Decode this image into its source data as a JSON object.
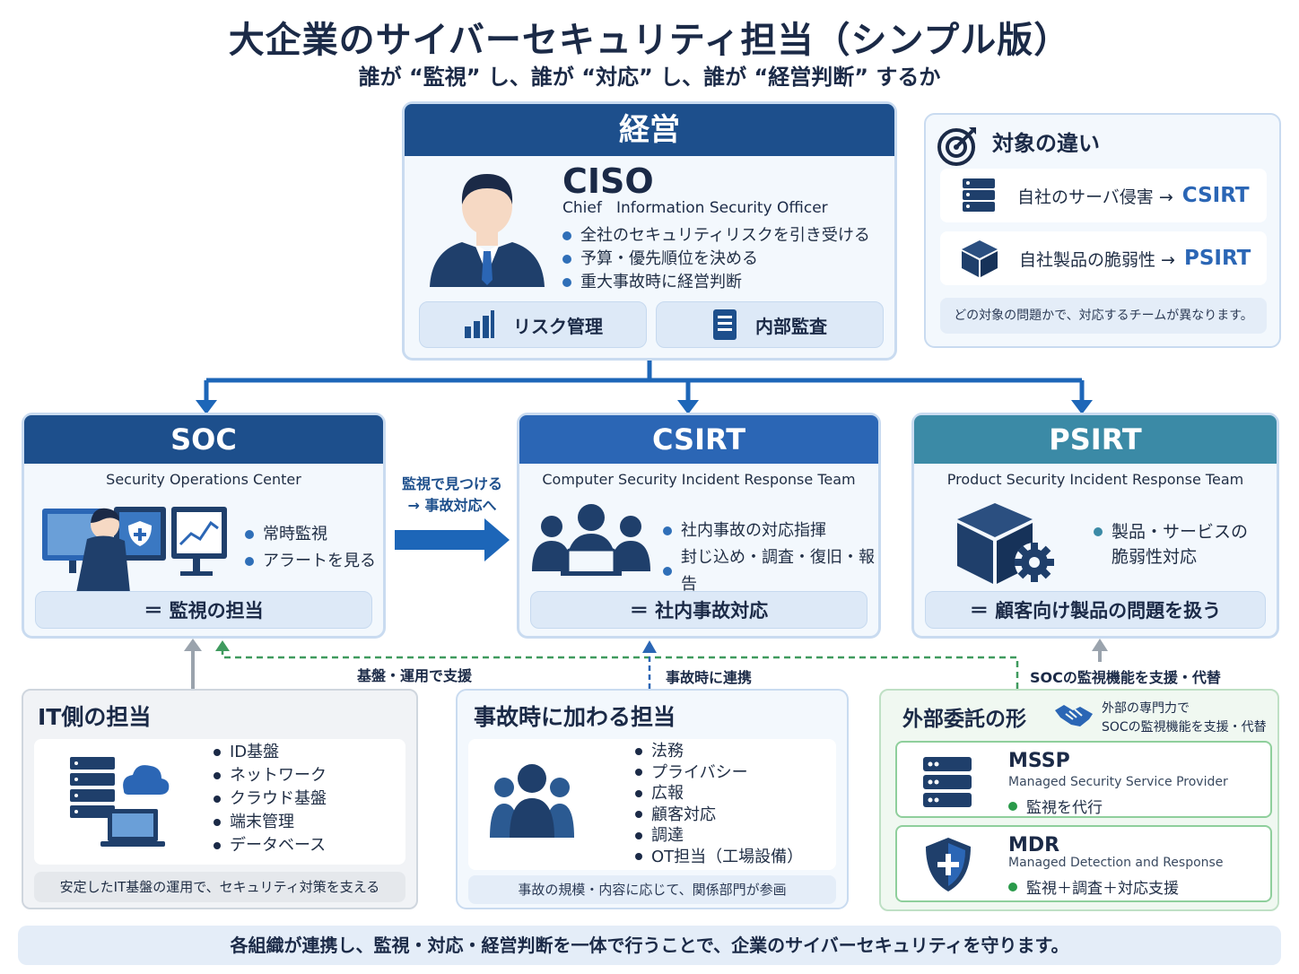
{
  "title": "大企業のサイバーセキュリティ担当（シンプル版）",
  "subtitle": "誰が “監視” し、誰が “対応” し、誰が “経営判断” するか",
  "exec": {
    "header": "経営",
    "role": "CISO",
    "role_full": "Chief   Information Security Officer",
    "bullets": [
      "全社のセキュリティリスクを引き受ける",
      "予算・優先順位を決める",
      "重大事故時に経営判断"
    ],
    "chips": [
      "リスク管理",
      "内部監査"
    ]
  },
  "target": {
    "title": "対象の違い",
    "rows": [
      {
        "label": "自社のサーバ侵害 →",
        "team": "CSIRT"
      },
      {
        "label": "自社製品の脆弱性 →",
        "team": "PSIRT"
      }
    ],
    "note": "どの対象の問題かで、対応するチームが異なります。"
  },
  "soc": {
    "header": "SOC",
    "full": "Security Operations Center",
    "bullets": [
      "常時監視",
      "アラートを見る"
    ],
    "footer": "＝ 監視の担当"
  },
  "flow_label": [
    "監視で見つける",
    "→ 事故対応へ"
  ],
  "csirt": {
    "header": "CSIRT",
    "full": "Computer Security Incident Response Team",
    "bullets": [
      "社内事故の対応指揮",
      "封じ込め・調査・復旧・報告"
    ],
    "footer": "＝ 社内事故対応"
  },
  "psirt": {
    "header": "PSIRT",
    "full": "Product Security Incident Response Team",
    "bullets": [
      "製品・サービスの",
      "脆弱性対応"
    ],
    "footer": "＝ 顧客向け製品の問題を扱う"
  },
  "connectors": {
    "infra": "基盤・運用で支援",
    "incident": "事故時に連携",
    "outsource": "SOCの監視機能を支援・代替"
  },
  "it": {
    "title": "IT側の担当",
    "items": [
      "ID基盤",
      "ネットワーク",
      "クラウド基盤",
      "端末管理",
      "データベース"
    ],
    "note": "安定したIT基盤の運用で、セキュリティ対策を支える"
  },
  "incident": {
    "title": "事故時に加わる担当",
    "items": [
      "法務",
      "プライバシー",
      "広報",
      "顧客対応",
      "調達",
      "OT担当（工場設備）"
    ],
    "note": "事故の規模・内容に応じて、関係部門が参画"
  },
  "outsource": {
    "title": "外部委託の形",
    "side": [
      "外部の専門力で",
      "SOCの監視機能を支援・代替"
    ],
    "mssp": {
      "name": "MSSP",
      "full": "Managed Security Service Provider",
      "bullet": "監視を代行"
    },
    "mdr": {
      "name": "MDR",
      "full": "Managed Detection and Response",
      "bullet": "監視＋調査＋対応支援"
    }
  },
  "footer": "各組織が連携し、監視・対応・経営判断を一体で行うことで、企業のサイバーセキュリティを守ります。",
  "colors": {
    "navy": "#1d4f8c",
    "csirt": "#2b66b5",
    "psirt": "#3b8aa6",
    "green": "#2a9a4a"
  }
}
